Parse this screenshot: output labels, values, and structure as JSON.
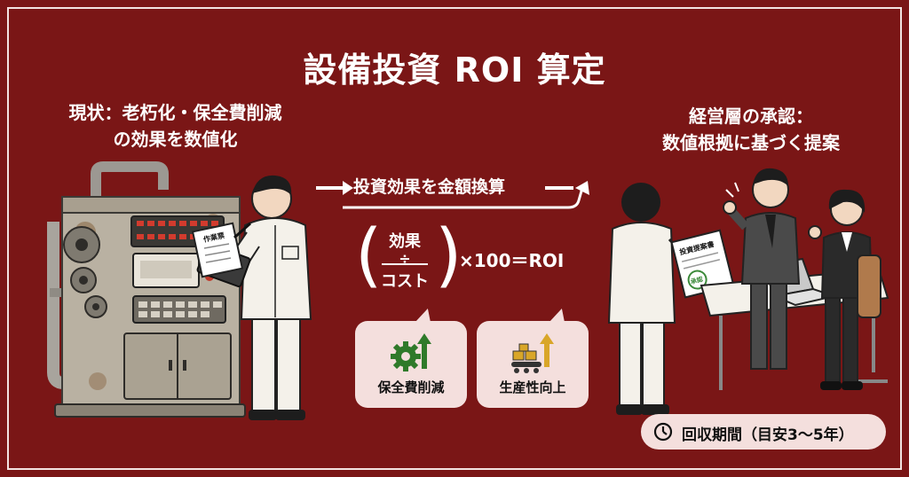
{
  "title": "設備投資 ROI 算定",
  "left_caption": {
    "line1": "現状：老朽化・保全費削減",
    "line2": "の効果を数値化"
  },
  "right_caption": {
    "line1": "経営層の承認：",
    "line2": "数値根拠に基づく提案"
  },
  "flow_label": "投資効果を金額換算",
  "formula": {
    "numerator": "効果",
    "operator": "÷",
    "denominator": "コスト",
    "result": "×100＝ROI"
  },
  "cards": [
    {
      "label": "保全費削減",
      "icon": "gear-up-arrow-icon"
    },
    {
      "label": "生産性向上",
      "icon": "conveyor-up-arrow-icon"
    }
  ],
  "clipboard_label": "作業票",
  "document_label": "投資提案書",
  "stamp_label": "承認",
  "payback": {
    "label": "回収期間（目安3〜5年）",
    "icon": "clock-icon"
  },
  "colors": {
    "background": "#7a1616",
    "card": "#f4dfdd",
    "accent_green": "#2f7a2a",
    "accent_gold": "#d9a628"
  }
}
